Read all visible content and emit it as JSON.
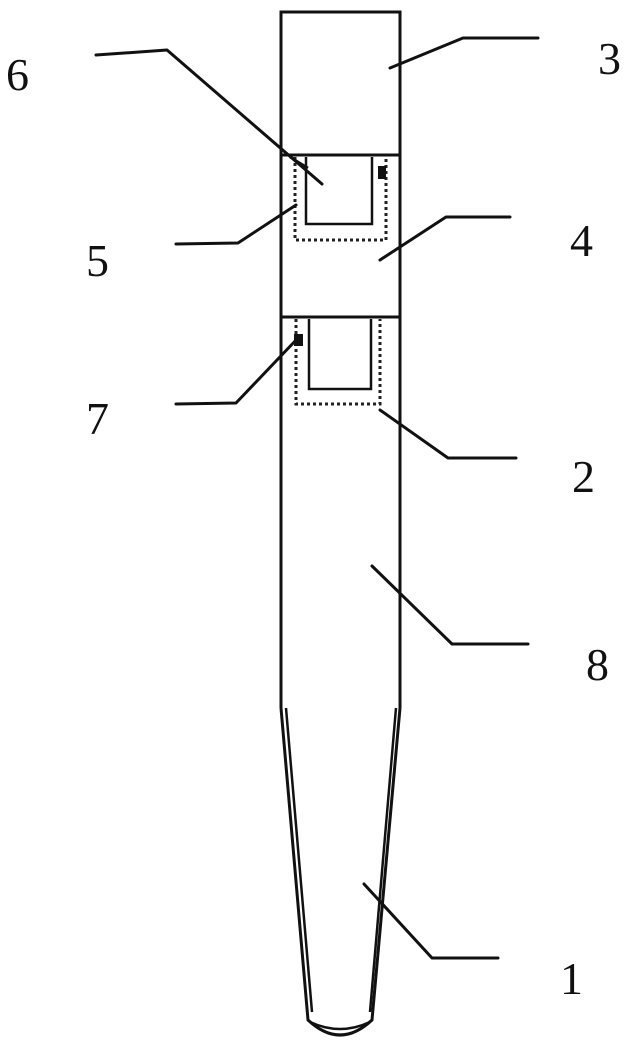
{
  "diagram": {
    "labels": {
      "label_1": "1",
      "label_2": "2",
      "label_3": "3",
      "label_4": "4",
      "label_5": "5",
      "label_6": "6",
      "label_7": "7",
      "label_8": "8"
    },
    "colors": {
      "stroke": "#111111",
      "background": "#ffffff"
    }
  }
}
